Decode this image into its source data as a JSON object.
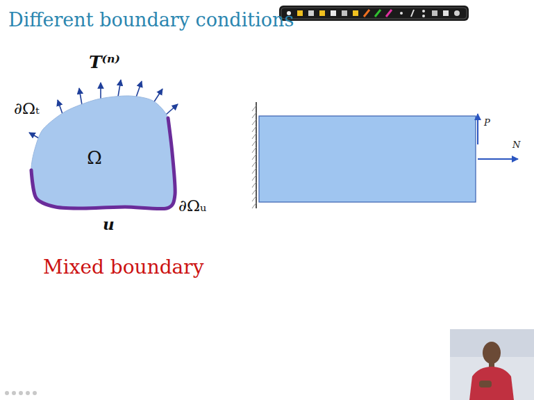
{
  "diagram": {
    "title": "Different boundary conditions",
    "nodes": [
      {
        "text": [
          "Ω"
        ]
      }
    ],
    "labels": [
      "T⁽ⁿ⁾",
      "∂Ωₜ",
      "u",
      "∂Ωᵤ",
      "Mixed boundary",
      "P",
      "N"
    ]
  }
}
